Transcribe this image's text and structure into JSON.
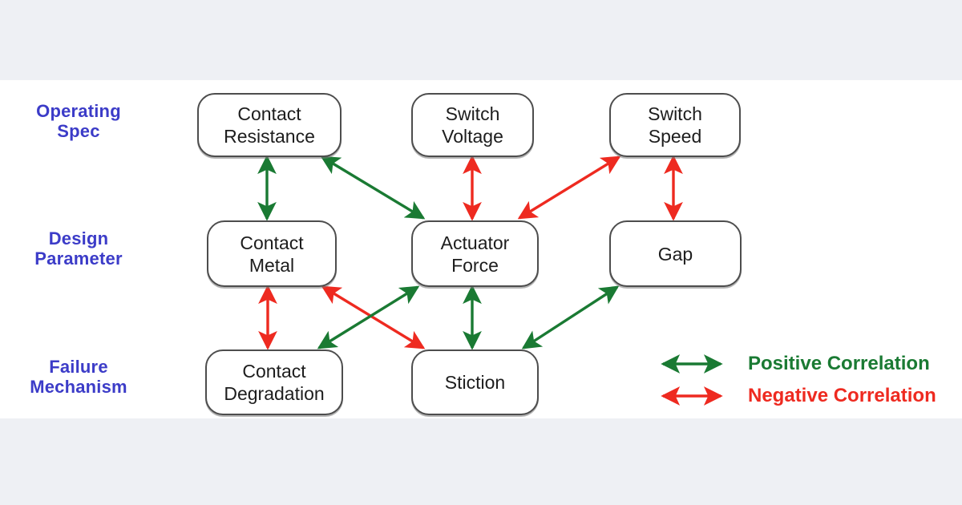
{
  "figure": {
    "title": "MEMS switch correlation diagram",
    "background": "#eef0f4",
    "content_background": "#ffffff"
  },
  "row_labels": [
    {
      "id": "operating-spec",
      "text": "Operating\nSpec",
      "color": "#3c3cc8"
    },
    {
      "id": "design-parameter",
      "text": "Design\nParameter",
      "color": "#3c3cc8"
    },
    {
      "id": "failure-mechanism",
      "text": "Failure\nMechanism",
      "color": "#3c3cc8"
    }
  ],
  "nodes": [
    {
      "id": "contact-resistance",
      "label": "Contact\nResistance",
      "row": "operating-spec"
    },
    {
      "id": "switch-voltage",
      "label": "Switch\nVoltage",
      "row": "operating-spec"
    },
    {
      "id": "switch-speed",
      "label": "Switch\nSpeed",
      "row": "operating-spec"
    },
    {
      "id": "contact-metal",
      "label": "Contact\nMetal",
      "row": "design-parameter"
    },
    {
      "id": "actuator-force",
      "label": "Actuator\nForce",
      "row": "design-parameter"
    },
    {
      "id": "gap",
      "label": "Gap",
      "row": "design-parameter"
    },
    {
      "id": "contact-degradation",
      "label": "Contact\nDegradation",
      "row": "failure-mechanism"
    },
    {
      "id": "stiction",
      "label": "Stiction",
      "row": "failure-mechanism"
    }
  ],
  "edges": [
    {
      "from": "contact-resistance",
      "to": "contact-metal",
      "correlation": "positive"
    },
    {
      "from": "contact-resistance",
      "to": "actuator-force",
      "correlation": "positive"
    },
    {
      "from": "switch-voltage",
      "to": "actuator-force",
      "correlation": "negative"
    },
    {
      "from": "actuator-force",
      "to": "switch-speed",
      "correlation": "negative"
    },
    {
      "from": "switch-speed",
      "to": "gap",
      "correlation": "negative"
    },
    {
      "from": "contact-metal",
      "to": "contact-degradation",
      "correlation": "negative"
    },
    {
      "from": "contact-metal",
      "to": "stiction",
      "correlation": "negative"
    },
    {
      "from": "actuator-force",
      "to": "contact-degradation",
      "correlation": "positive"
    },
    {
      "from": "actuator-force",
      "to": "stiction",
      "correlation": "positive"
    },
    {
      "from": "gap",
      "to": "stiction",
      "correlation": "positive"
    }
  ],
  "legend": {
    "positive": {
      "label": "Positive Correlation",
      "color": "#1a7a33"
    },
    "negative": {
      "label": "Negative Correlation",
      "color": "#ee2a20"
    }
  },
  "colors": {
    "positive": "#1a7a33",
    "negative": "#ee2a20",
    "node_border": "#4d4d4d",
    "node_text": "#1d1d1d",
    "row_label": "#3c3cc8"
  }
}
